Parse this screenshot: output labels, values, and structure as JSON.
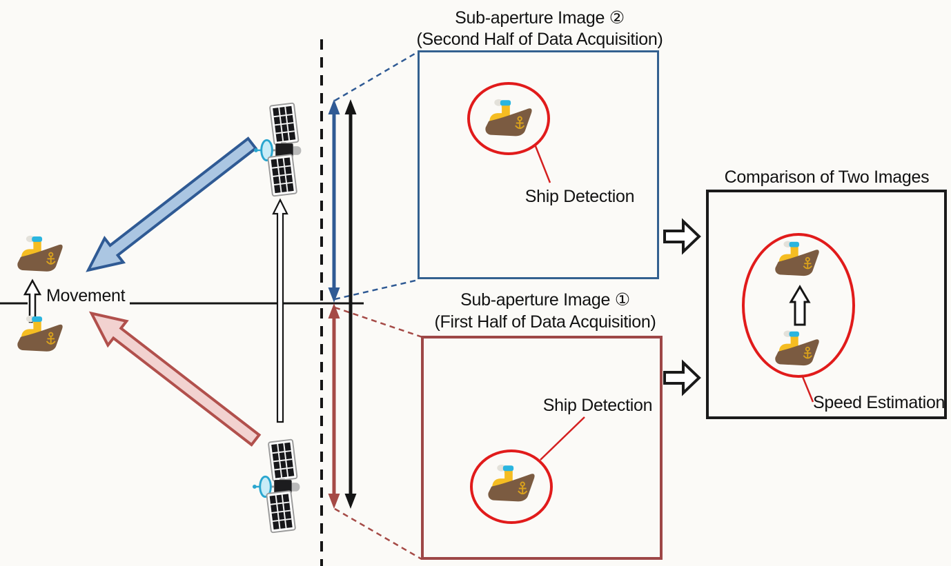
{
  "labels": {
    "movement": "Movement",
    "sub_aperture_2_title": "Sub-aperture Image ②",
    "sub_aperture_2_subtitle": "(Second Half of Data Acquisition)",
    "sub_aperture_1_title": "Sub-aperture Image ①",
    "sub_aperture_1_subtitle": "(First Half of Data Acquisition)",
    "comparison_title": "Comparison of Two Images",
    "ship_detection_2": "Ship Detection",
    "ship_detection_1": "Ship Detection",
    "speed_estimation": "Speed Estimation"
  },
  "colors": {
    "background": "#fbfaf7",
    "text": "#121212",
    "line": "#151515",
    "sub2_box_border": "#33608f",
    "sub1_box_border": "#9e4747",
    "comparison_box_border": "#1a1a1a",
    "detection_ellipse": "#e11b1b",
    "leader_line": "#d42020",
    "radar_beam_2_fill": "#abc6e2",
    "radar_beam_2_border": "#2f5a94",
    "radar_beam_1_fill": "#f2d2d0",
    "radar_beam_1_border": "#b1504c",
    "aperture_span_2": "#2f5a94",
    "aperture_span_1": "#a54a46",
    "full_aperture_span": "#151515"
  },
  "icons": {
    "ship": "cargo-ship-icon",
    "satellite": "satellite-icon",
    "movement_arrow": "up-hollow-arrow-icon",
    "satellite_direction_arrow": "up-thin-hollow-arrow-icon",
    "flow_arrow": "right-hollow-arrow-icon",
    "displacement_arrow": "up-hollow-arrow-icon"
  }
}
